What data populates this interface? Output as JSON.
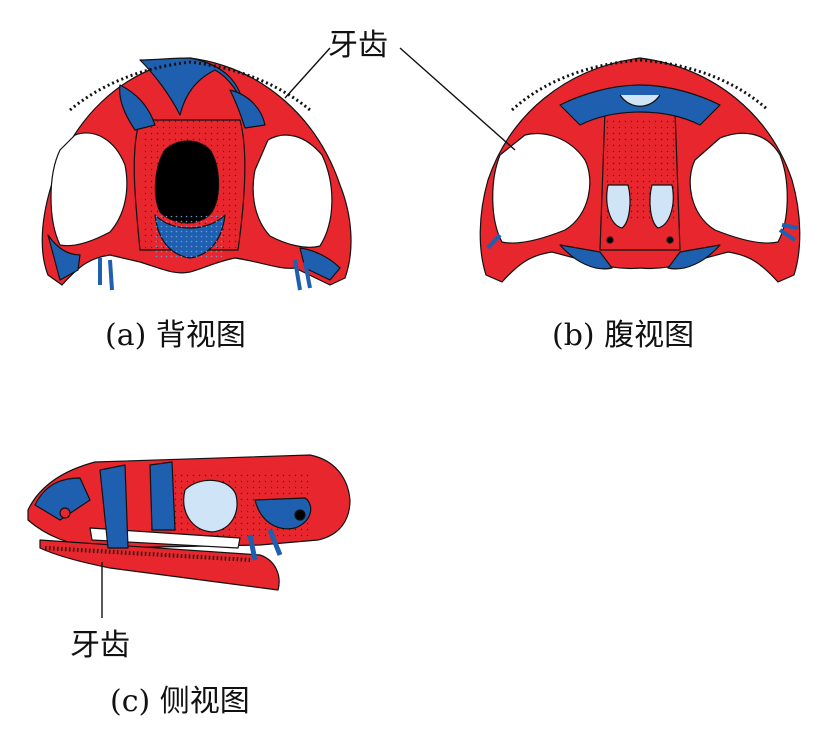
{
  "labels": {
    "teeth_top": "牙齿",
    "teeth_bottom": "牙齿"
  },
  "captions": {
    "dorsal": "(a) 背视图",
    "ventral": "(b) 腹视图",
    "lateral": "(c) 侧视图"
  },
  "colors": {
    "bone_red": "#e8262d",
    "cartilage_blue": "#1f5fb0",
    "light_blue": "#cfe4f7",
    "hole_black": "#000000"
  }
}
